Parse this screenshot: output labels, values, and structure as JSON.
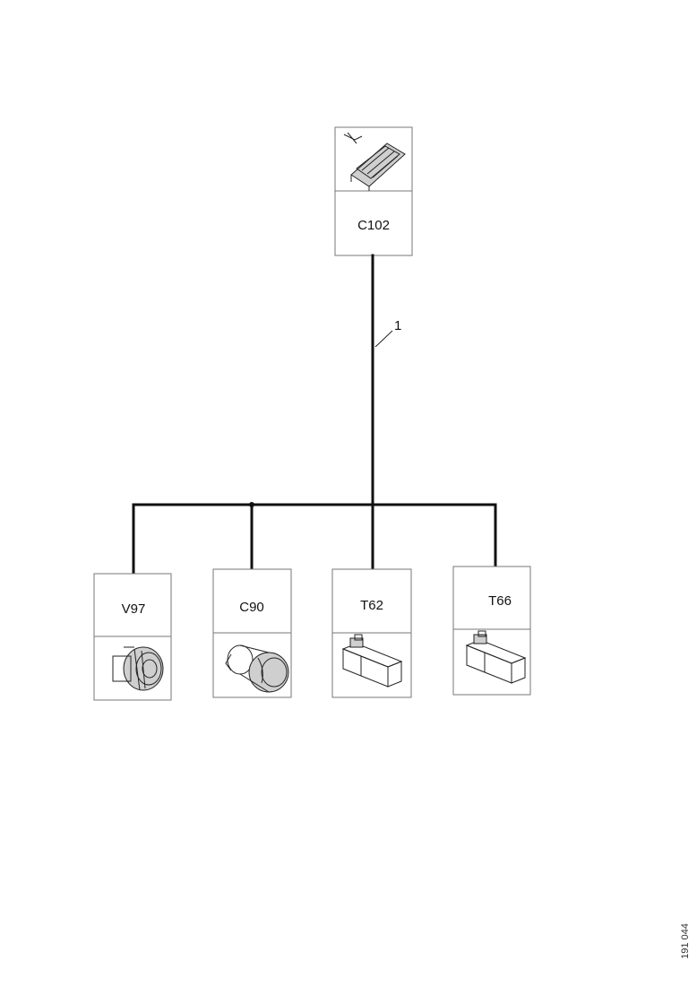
{
  "top_connector": {
    "label": "C102",
    "icon": "multi-pin-connector-icon"
  },
  "wire": {
    "label": "1"
  },
  "connectors": [
    {
      "label": "V97",
      "icon": "round-connector-icon"
    },
    {
      "label": "C90",
      "icon": "round-connector-icon"
    },
    {
      "label": "T62",
      "icon": "block-terminal-icon"
    },
    {
      "label": "T66",
      "icon": "block-terminal-icon"
    }
  ],
  "drawing_ref": "191 044"
}
